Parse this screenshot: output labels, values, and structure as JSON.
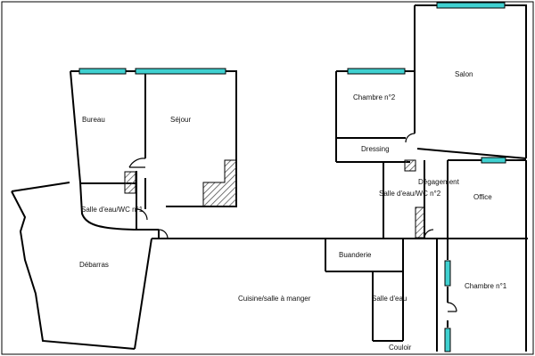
{
  "rooms": {
    "bureau": "Bureau",
    "sejour": "Séjour",
    "salle_eau_wc": "Salle d'eau/WC n°1",
    "debarras": "Débarras",
    "chambre2": "Chambre n°2",
    "salon": "Salon",
    "dressing": "Dressing",
    "degagement": "Dégagement",
    "salle_eau_2": "Salle d'eau/WC n°2",
    "office": "Office",
    "buanderie": "Buanderie",
    "cuisine": "Cuisine/salle à manger",
    "salle_eau": "Salle d'eau",
    "chambre1": "Chambre n°1",
    "couloir": "Couloir"
  },
  "colors": {
    "wall": "#000000",
    "window": "#3fd0d0",
    "hatch": "#555555"
  }
}
